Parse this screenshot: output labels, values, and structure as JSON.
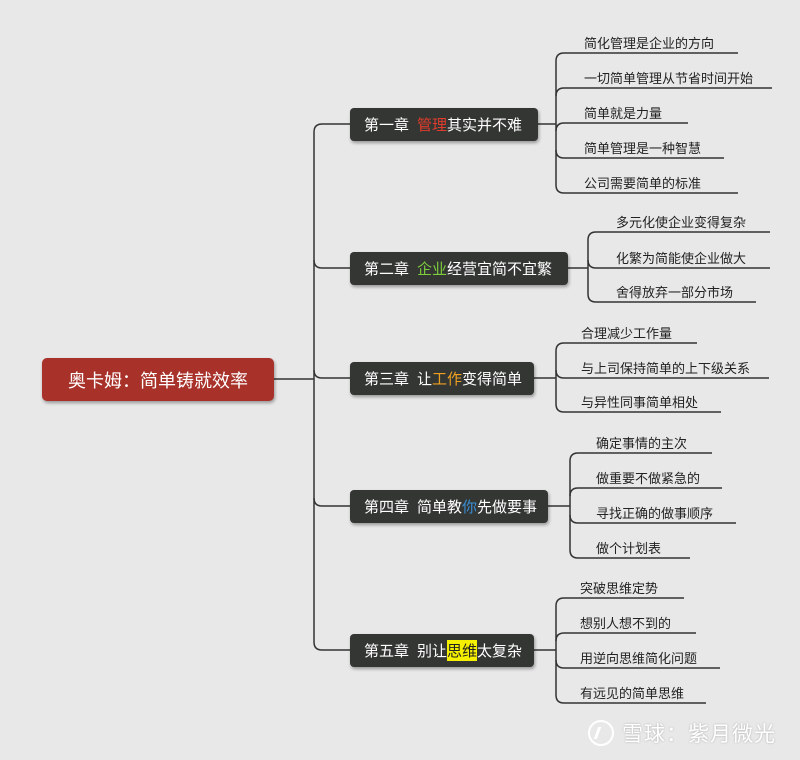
{
  "mindmap": {
    "root": "奥卡姆：简单铸就效率",
    "chapters": [
      {
        "prefix": "第一章",
        "highlight": "管理",
        "highlight_color": "#e03c2c",
        "highlight_bg": "",
        "pre_text": "",
        "post_text": "其实并不难",
        "children": [
          "简化管理是企业的方向",
          "一切简单管理从节省时间开始",
          "简单就是力量",
          "简单管理是一种智慧",
          "公司需要简单的标准"
        ]
      },
      {
        "prefix": "第二章",
        "highlight": "企业",
        "highlight_color": "#7ccc3c",
        "highlight_bg": "",
        "pre_text": "",
        "post_text": "经营宜简不宜繁",
        "children": [
          "多元化使企业变得复杂",
          "化繁为简能使企业做大",
          "舍得放弃一部分市场"
        ]
      },
      {
        "prefix": "第三章",
        "highlight": "工作",
        "highlight_color": "#f0a020",
        "highlight_bg": "",
        "pre_text": "让",
        "post_text": "变得简单",
        "children": [
          "合理减少工作量",
          "与上司保持简单的上下级关系",
          "与异性同事简单相处"
        ]
      },
      {
        "prefix": "第四章",
        "highlight": "你",
        "highlight_color": "#3a8fd6",
        "highlight_bg": "",
        "pre_text": "简单教",
        "post_text": "先做要事",
        "children": [
          "确定事情的主次",
          "做重要不做紧急的",
          "寻找正确的做事顺序",
          "做个计划表"
        ]
      },
      {
        "prefix": "第五章",
        "highlight": "思维",
        "highlight_color": "#222222",
        "highlight_bg": "#f4f000",
        "pre_text": "别让",
        "post_text": "太复杂",
        "children": [
          "突破思维定势",
          "想别人想不到的",
          "用逆向思维简化问题",
          "有远见的简单思维"
        ]
      }
    ]
  },
  "watermark": {
    "text": "雪球：紫月微光"
  },
  "colors": {
    "line": "#333333",
    "background": "#e8e8e8"
  }
}
